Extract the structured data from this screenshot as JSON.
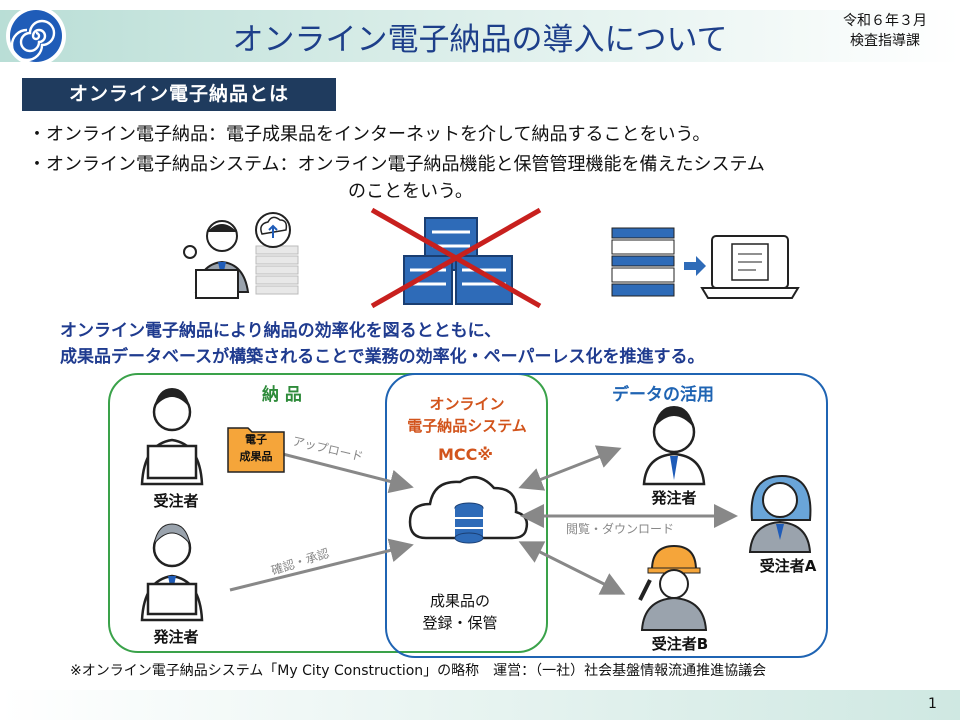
{
  "header": {
    "title": "オンライン電子納品の導入について",
    "date": "令和６年３月",
    "department": "検査指導課"
  },
  "section": {
    "label": "オンライン電子納品とは",
    "bullet1": "・オンライン電子納品：電子成果品をインターネットを介して納品することをいう。",
    "bullet2": "・オンライン電子納品システム：オンライン電子納品機能と保管管理機能を備えたシステム",
    "bullet2_cont": "のことをいう。"
  },
  "highlight": {
    "line1": "オンライン電子納品により納品の効率化を図るとともに、",
    "line2": "成果品データベースが構築されることで業務の効率化・ペーパーレス化を推進する。"
  },
  "diagram": {
    "nohin": "納 品",
    "data_use": "データの活用",
    "system_line1": "オンライン",
    "system_line2": "電子納品システム",
    "mcc": "MCC※",
    "storage_line1": "成果品の",
    "storage_line2": "登録・保管",
    "folder_line1": "電子",
    "folder_line2": "成果品",
    "upload": "アップロード",
    "confirm": "確認・承認",
    "browse": "閲覧・ダウンロード",
    "contractor": "受注者",
    "orderer_left": "発注者",
    "orderer_right": "発注者",
    "contractor_a": "受注者A",
    "contractor_b": "受注者B"
  },
  "footnote": "※オンライン電子納品システム「My City Construction」の略称　運営：（一社）社会基盤情報流通推進協議会",
  "page_number": "1",
  "colors": {
    "title": "#1d3f8a",
    "section_bg": "#1f3b5e",
    "green_box": "#3aa24a",
    "blue_box": "#1f64b3",
    "orange": "#d2541c",
    "cross": "#c8201e"
  }
}
